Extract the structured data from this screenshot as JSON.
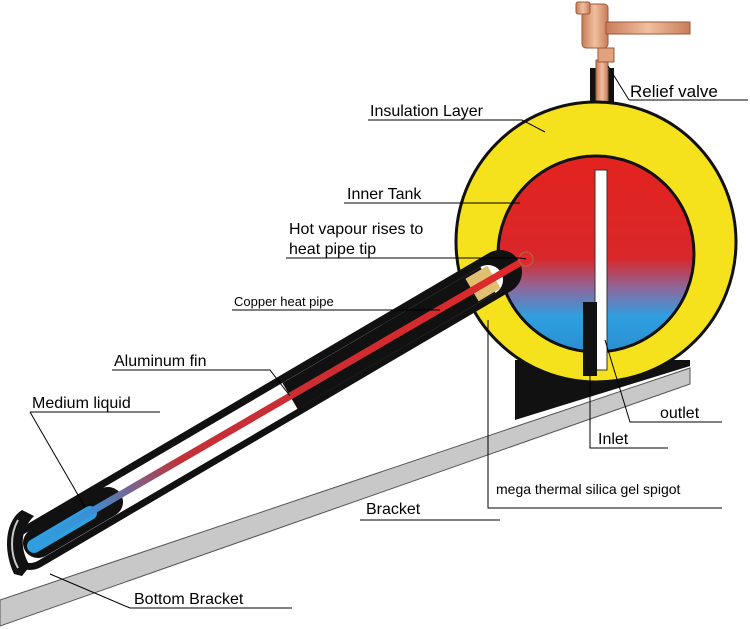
{
  "labels": {
    "relief_valve": "Relief valve",
    "insulation_layer": "Insulation Layer",
    "inner_tank": "Inner Tank",
    "hot_vapour_line1": "Hot vapour rises to",
    "hot_vapour_line2": "heat pipe tip",
    "copper_heat_pipe": "Copper heat pipe",
    "aluminum_fin": "Aluminum fin",
    "medium_liquid": "Medium liquid",
    "outlet": "outlet",
    "inlet": "Inlet",
    "silica_gel_spigot": "mega thermal silica gel spigot",
    "bracket": "Bracket",
    "bottom_bracket": "Bottom Bracket"
  },
  "colors": {
    "insulation": "#f5e21c",
    "tank_hot": "#e3231f",
    "tank_cold": "#2f9fe0",
    "valve": "#e2a27e",
    "bracket": "#c8c8c8",
    "tube_outer": "#111111",
    "heat_pipe": "#d8282a"
  }
}
